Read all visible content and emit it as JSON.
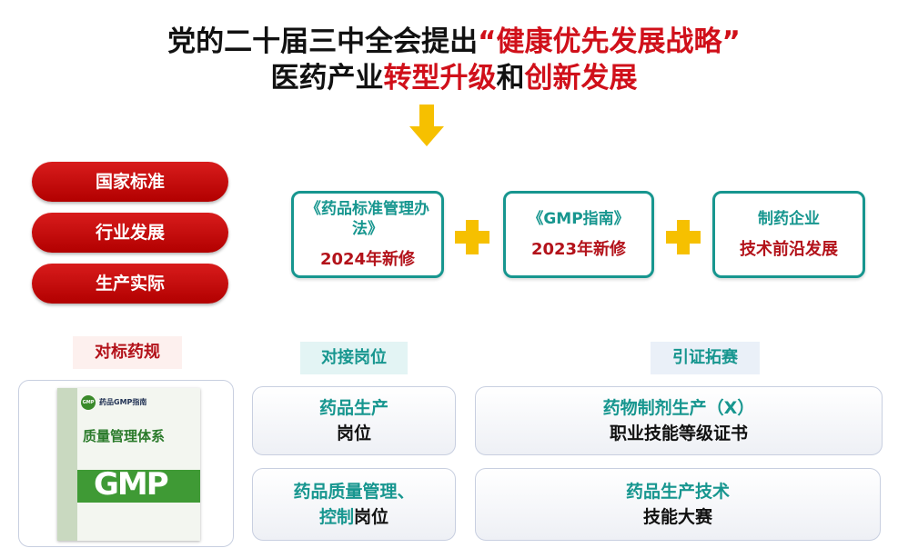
{
  "title": {
    "line1_black": "党的二十届三中全会提出",
    "line1_red": "“健康优先发展战略”",
    "line2_a": "医药产业",
    "line2_b": "转型升级",
    "line2_c": "和",
    "line2_d": "创新发展"
  },
  "pills": [
    "国家标准",
    "行业发展",
    "生产实际"
  ],
  "boxes": [
    {
      "a": "《药品标准管理办法》",
      "b": "2024年新修"
    },
    {
      "a": "《GMP指南》",
      "b": "2023年新修"
    },
    {
      "a": "制药企业",
      "b": "技术前沿发展"
    }
  ],
  "labels": {
    "left": "对标药规",
    "mid": "对接岗位",
    "right": "引证拓赛"
  },
  "book": {
    "series": "药品GMP指南",
    "title": "质量管理体系",
    "logo": "GMP"
  },
  "cards": [
    {
      "a": "药品生产",
      "b": "岗位"
    },
    {
      "a": "药品质量管理、控制",
      "a1": "药品质量管理、",
      "a2": "控制",
      "b": "岗位"
    },
    {
      "a": "药物制剂生产（X）",
      "b": "职业技能等级证书"
    },
    {
      "a": "药品生产技术",
      "b": "技能大赛"
    }
  ],
  "colors": {
    "red": "#d0101a",
    "teal": "#17968f",
    "yellow": "#f6c000"
  }
}
